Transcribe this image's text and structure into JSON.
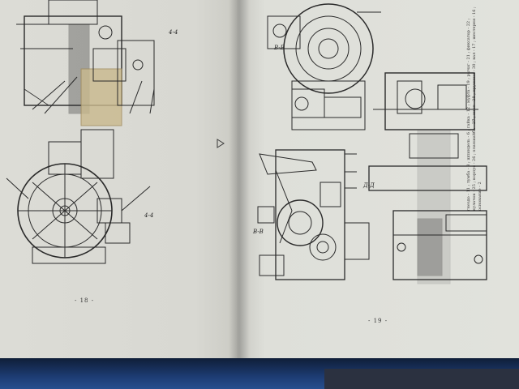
{
  "pages": {
    "left_number": "- 18 -",
    "right_number": "- 19 -"
  },
  "figure_labels": {
    "a": "4-4",
    "b": "4-4",
    "c": "B-B",
    "d": "B-B",
    "e": "Д-Д"
  },
  "side_text": "гнездо - 11 ; тумба - 8 ; шпиндель - 6 ; гайка - 12 ; муфта - 19 ; рычаг - 21 ; фиксатор - 22 ; кулачок - 25 ; корпус - 26 ; планшайба - 27 ; винт - 28 ; пружина - 30 ; вал - 17 ; шестерня - 16 ; основание - 2",
  "colors": {
    "paper": "#dedfd9",
    "ink": "#2a2a2a",
    "table": "#1d3c73"
  }
}
